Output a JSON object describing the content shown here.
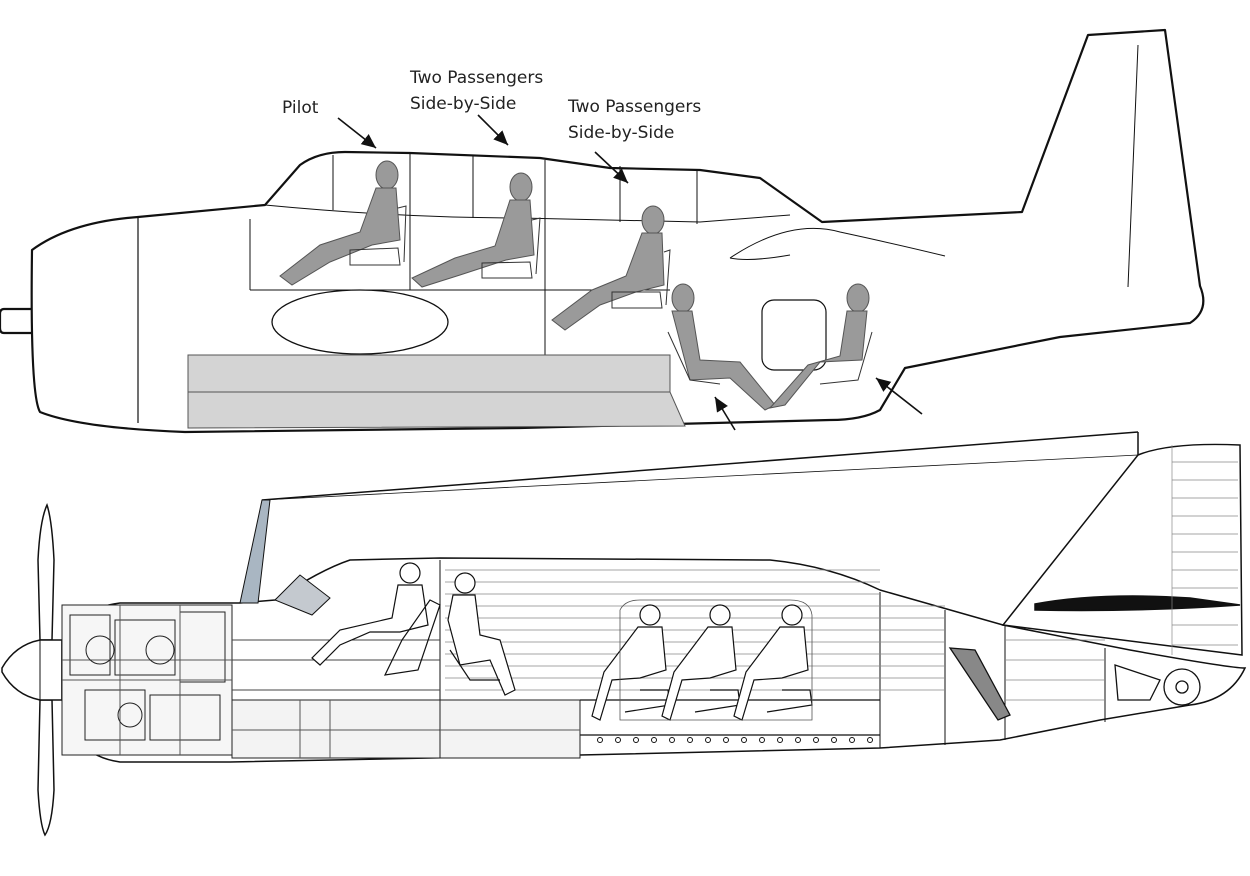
{
  "labels": {
    "pilot": "Pilot",
    "pass1_line1": "Two Passengers",
    "pass1_line2": "Side-by-Side",
    "pass2_line1": "Two Passengers",
    "pass2_line2": "Side-by-Side"
  },
  "colors": {
    "fuselage_stroke": "#111111",
    "silhouette": "#9a9a9a",
    "cargo_panel": "#d4d4d4",
    "fin_blue": "#a9b6c2"
  },
  "figures": {
    "top_diagram": "aircraft-side-profile-passenger-layout",
    "bottom_diagram": "aircraft-cutaway-seating-layout"
  }
}
